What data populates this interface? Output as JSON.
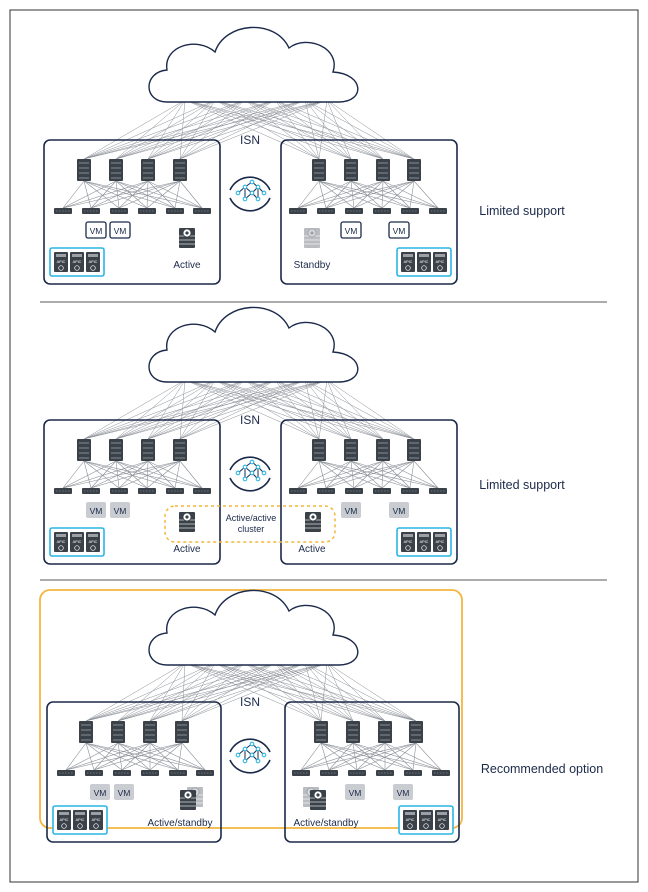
{
  "colors": {
    "navy": "#1b2a4a",
    "spine_fill": "#3a4148",
    "leaf_fill": "#3a4148",
    "link_gray": "#8a8f96",
    "apic_highlight": "#29b6e4",
    "recommended_border": "#f4b63f",
    "cluster_dash": "#f4b63f",
    "vm_gray": "#c9ccd0",
    "divider": "#7a7a7a"
  },
  "scenarios": [
    {
      "label": "Limited support",
      "isn_label": "ISN",
      "recommended": false,
      "vm_style": "outlined",
      "left_site": {
        "vms": [
          "VM",
          "VM"
        ],
        "device_label": "Active",
        "apic_labels": [
          "APIC",
          "APIC",
          "APIC"
        ]
      },
      "right_site": {
        "vms": [
          "VM",
          "VM"
        ],
        "device_label": "Standby",
        "apic_labels": [
          "APIC",
          "APIC",
          "APIC"
        ]
      },
      "cluster_label": ""
    },
    {
      "label": "Limited support",
      "isn_label": "ISN",
      "recommended": false,
      "vm_style": "filled",
      "left_site": {
        "vms": [
          "VM",
          "VM"
        ],
        "device_label": "Active",
        "apic_labels": [
          "APIC",
          "APIC",
          "APIC"
        ]
      },
      "right_site": {
        "vms": [
          "VM",
          "VM"
        ],
        "device_label": "Active",
        "apic_labels": [
          "APIC",
          "APIC",
          "APIC"
        ]
      },
      "cluster_label_line1": "Active/active",
      "cluster_label_line2": "cluster"
    },
    {
      "label": "Recommended option",
      "isn_label": "ISN",
      "recommended": true,
      "vm_style": "filled",
      "left_site": {
        "vms": [
          "VM",
          "VM"
        ],
        "device_label": "Active/standby",
        "apic_labels": [
          "APIC",
          "APIC",
          "APIC"
        ]
      },
      "right_site": {
        "vms": [
          "VM",
          "VM"
        ],
        "device_label": "Active/standby",
        "apic_labels": [
          "APIC",
          "APIC",
          "APIC"
        ]
      },
      "cluster_label": ""
    }
  ]
}
